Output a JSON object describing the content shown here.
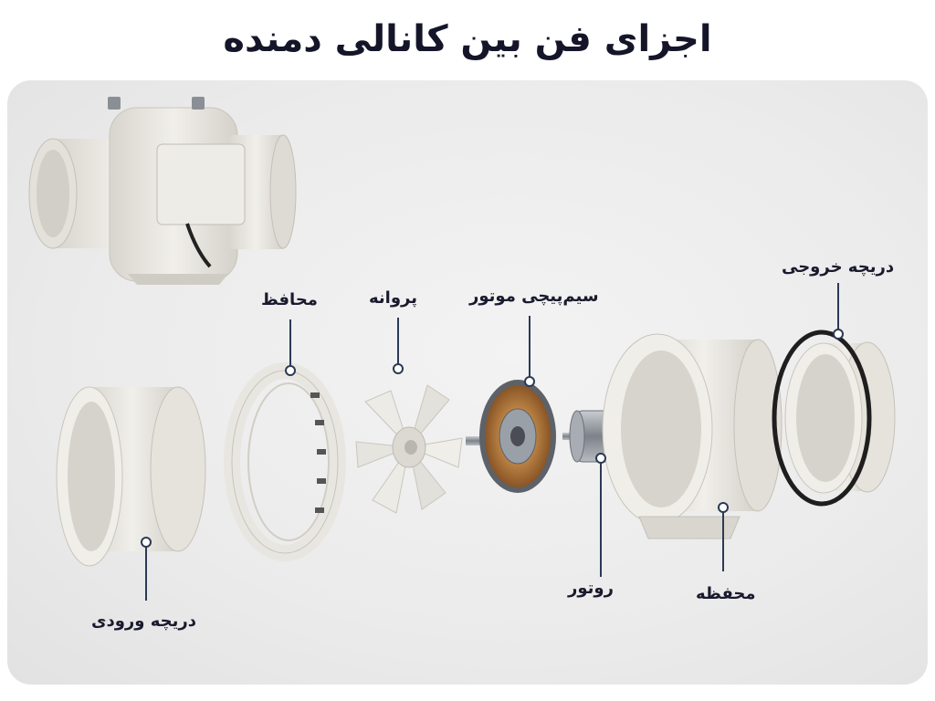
{
  "title": "اجزای فن بین کانالی دمنده",
  "labels": {
    "inlet": "دریچه ورودی",
    "guard": "محافظ",
    "impeller": "پروانه",
    "winding": "سیم‌پیچی موتور",
    "rotor": "روتور",
    "housing": "محفظه",
    "outlet": "دریچه خروجی"
  },
  "colors": {
    "plastic": "#e9e7e1",
    "plastic_shade": "#cfccc4",
    "line": "#2b3a55",
    "copper": "#b5783a",
    "steel": "#8a8f96"
  }
}
